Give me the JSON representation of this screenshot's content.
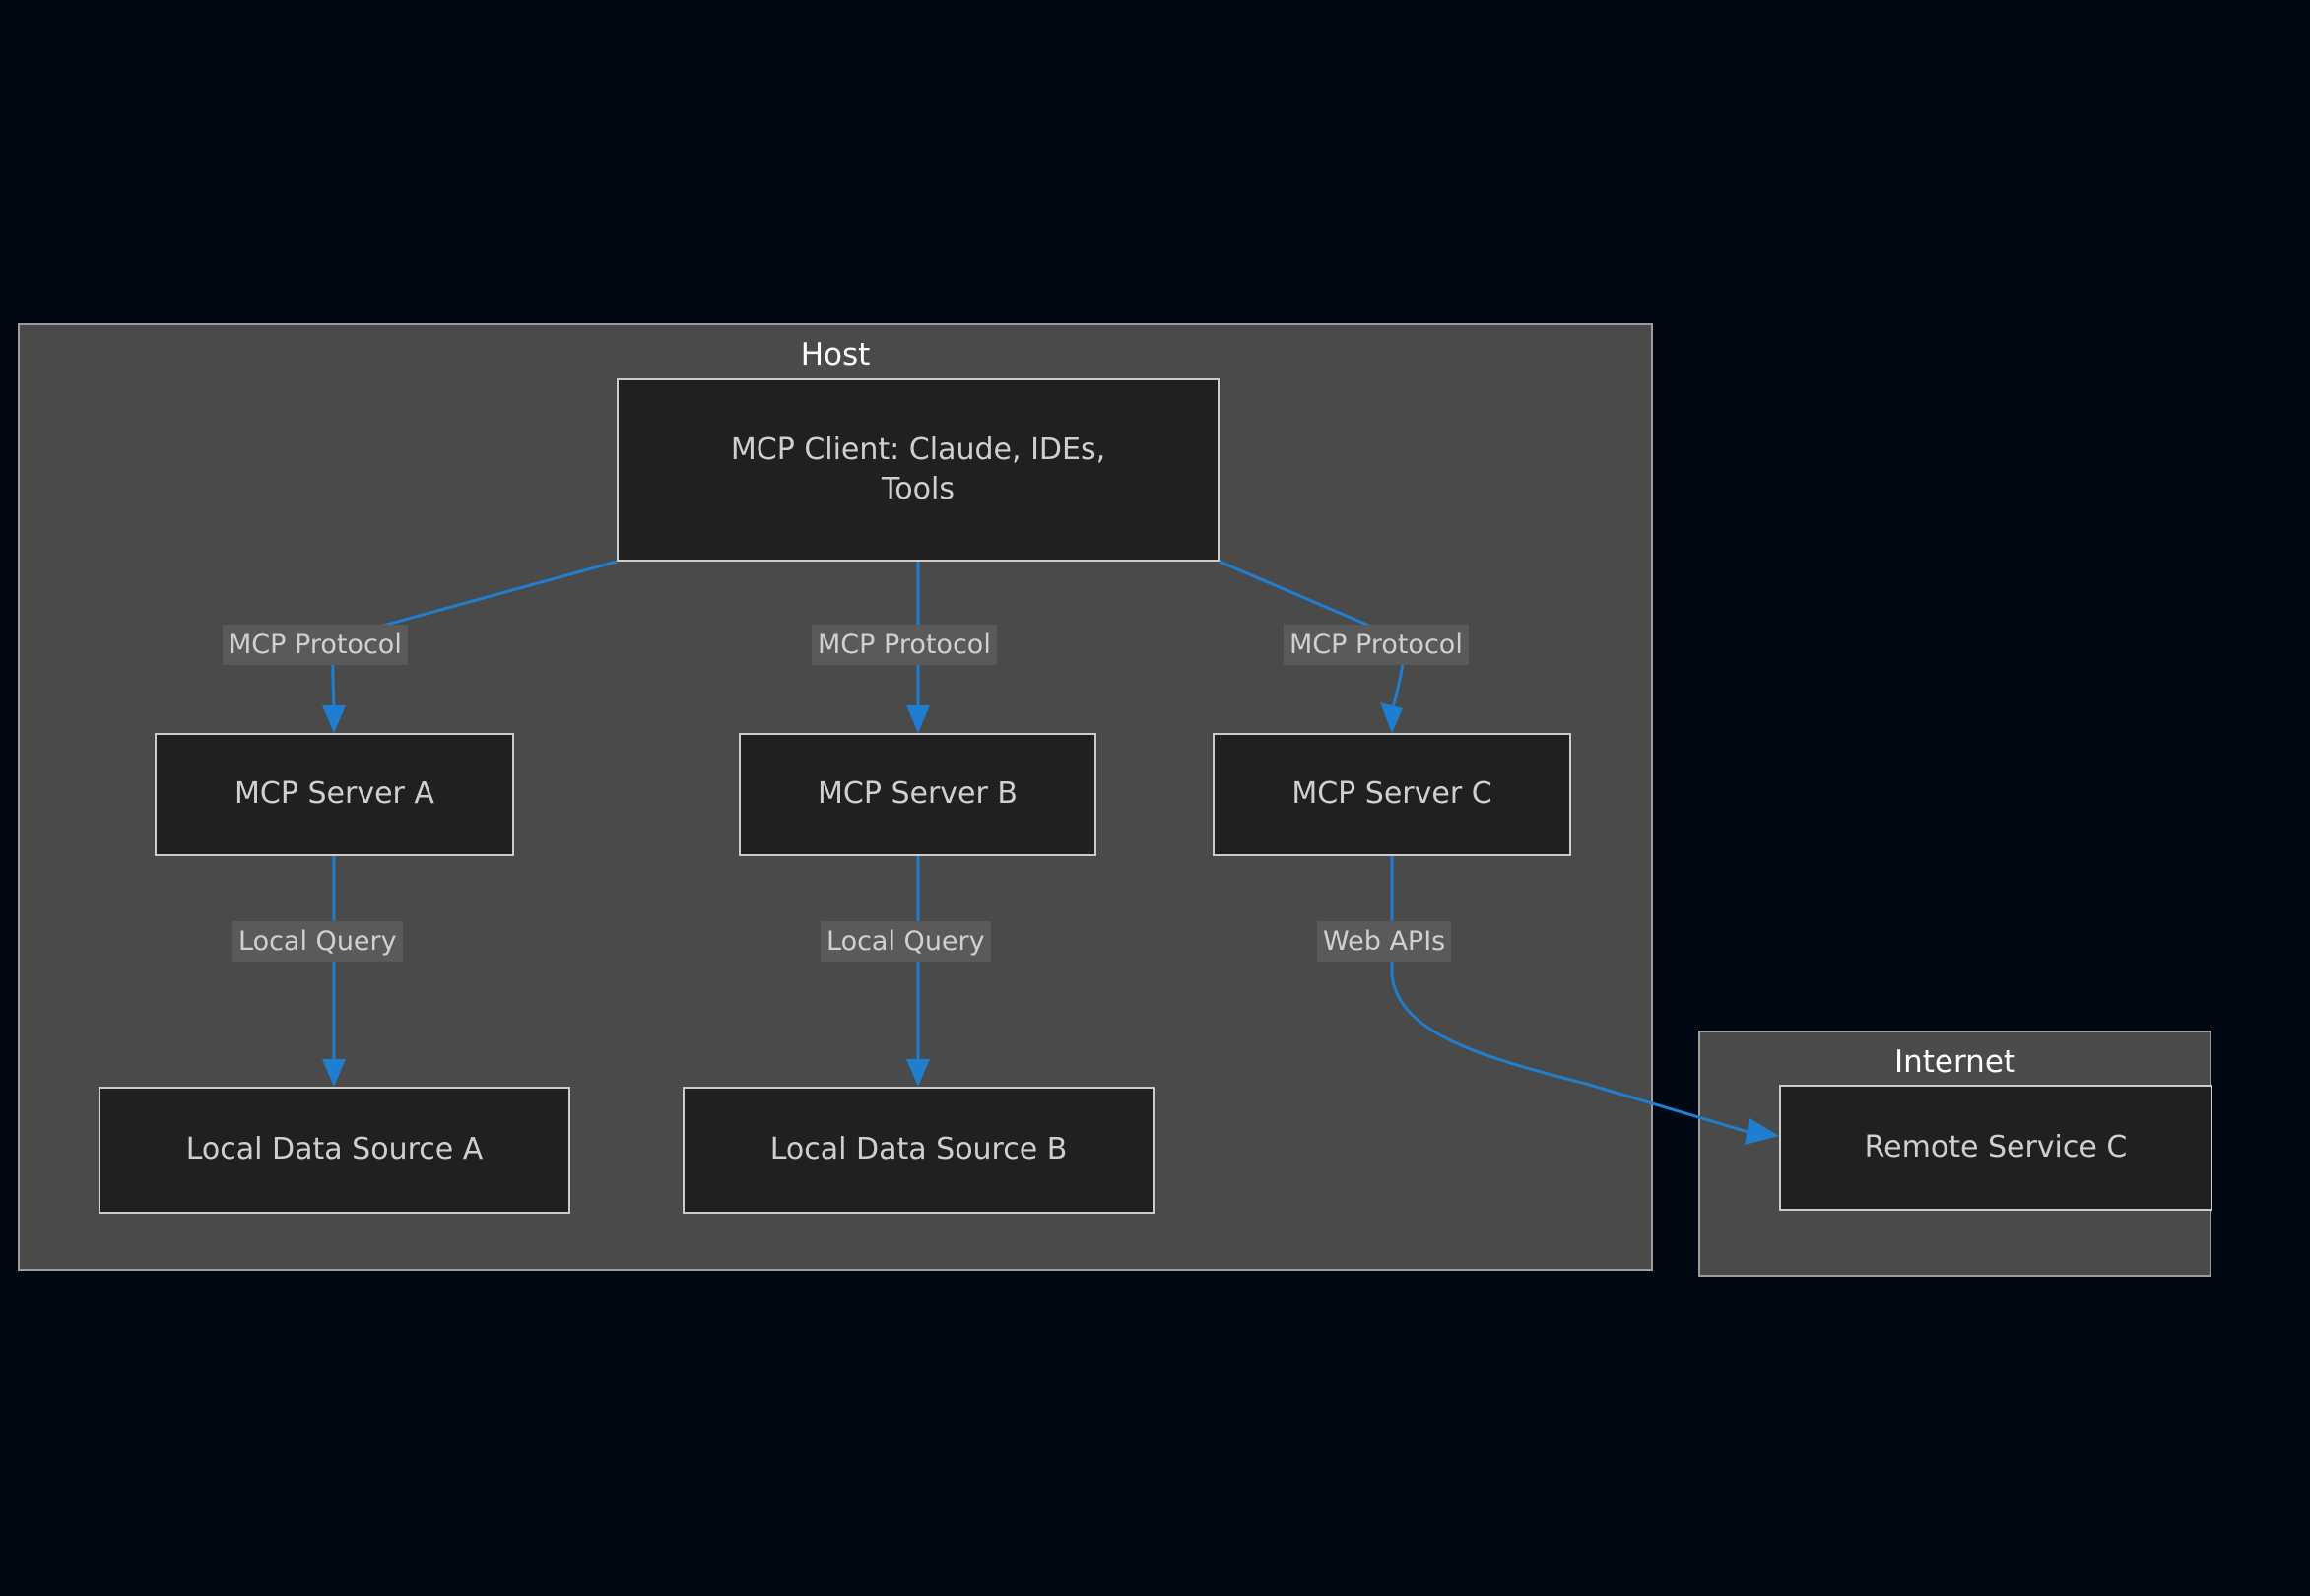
{
  "background_color": "#000814",
  "accent_color": "#1f7ed0",
  "subgraphs": [
    {
      "id": "host",
      "title": "Host",
      "fill": "#4a4a4a",
      "border": "#9d9d9d"
    },
    {
      "id": "internet",
      "title": "Internet",
      "fill": "#4a4a4a",
      "border": "#9d9d9d"
    }
  ],
  "nodes": [
    {
      "id": "mcp_client",
      "label": "MCP Client: Claude, IDEs, Tools",
      "line1": "MCP Client: Claude, IDEs,",
      "line2": "Tools"
    },
    {
      "id": "mcp_server_a",
      "label": "MCP Server A"
    },
    {
      "id": "mcp_server_b",
      "label": "MCP Server B"
    },
    {
      "id": "mcp_server_c",
      "label": "MCP Server C"
    },
    {
      "id": "local_data_a",
      "label": "Local Data Source A"
    },
    {
      "id": "local_data_b",
      "label": "Local Data Source B"
    },
    {
      "id": "remote_service_c",
      "label": "Remote Service C"
    }
  ],
  "edges": [
    {
      "id": "e1",
      "from": "mcp_client",
      "to": "mcp_server_a",
      "label": "MCP Protocol"
    },
    {
      "id": "e2",
      "from": "mcp_client",
      "to": "mcp_server_b",
      "label": "MCP Protocol"
    },
    {
      "id": "e3",
      "from": "mcp_client",
      "to": "mcp_server_c",
      "label": "MCP Protocol"
    },
    {
      "id": "e4",
      "from": "mcp_server_a",
      "to": "local_data_a",
      "label": "Local Query"
    },
    {
      "id": "e5",
      "from": "mcp_server_b",
      "to": "local_data_b",
      "label": "Local Query"
    },
    {
      "id": "e6",
      "from": "mcp_server_c",
      "to": "remote_service_c",
      "label": "Web APIs"
    }
  ]
}
